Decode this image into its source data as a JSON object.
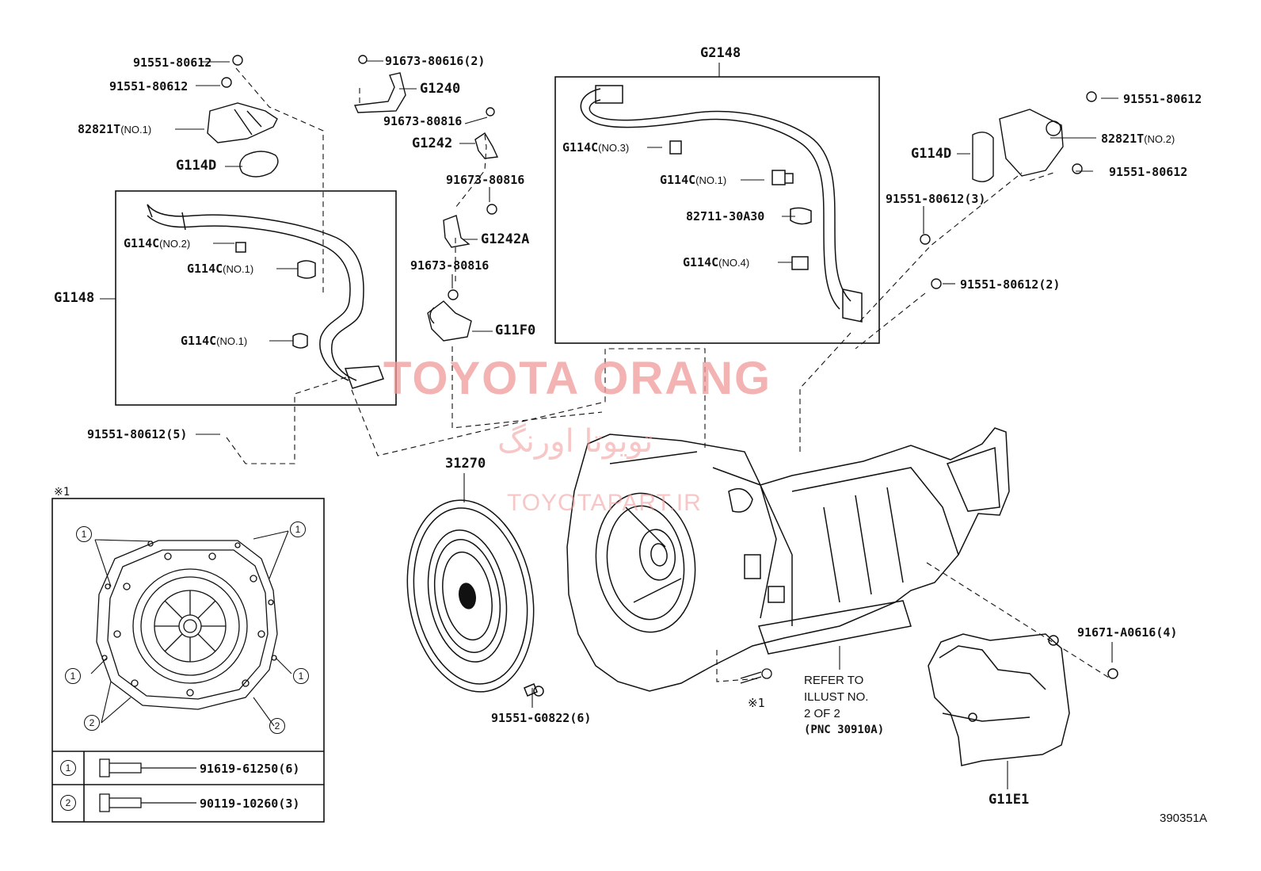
{
  "labels": {
    "b1": "91551-80612",
    "b2": "91551-80612",
    "c1": "82821T",
    "c1_sub": "(NO.1)",
    "g114d_l": "G114D",
    "g1148": "G1148",
    "g114c_no2_l": "G114C",
    "g114c_no2_l_sub": "(NO.2)",
    "g114c_no1_a": "G114C",
    "g114c_no1_a_sub": "(NO.1)",
    "g114c_no1_b": "G114C",
    "g114c_no1_b_sub": "(NO.1)",
    "b5": "91551-80612(5)",
    "s1": "91673-80616(2)",
    "g1240": "G1240",
    "s2": "91673-80816",
    "g1242": "G1242",
    "s3": "91673-80816",
    "g1242a": "G1242A",
    "s4": "91673-80816",
    "g11f0": "G11F0",
    "g2148": "G2148",
    "g114c_no3": "G114C",
    "g114c_no3_sub": "(NO.3)",
    "g114c_no1_r": "G114C",
    "g114c_no1_r_sub": "(NO.1)",
    "p82711": "82711-30A30",
    "g114c_no4": "G114C",
    "g114c_no4_sub": "(NO.4)",
    "r1": "91551-80612",
    "c2": "82821T",
    "c2_sub": "(NO.2)",
    "g114d_r": "G114D",
    "r2": "91551-80612",
    "r3": "91551-80612(3)",
    "r4": "91551-80612(2)",
    "p31270": "31270",
    "fw_bolt": "91551-G0822(6)",
    "ref_mark": "※1",
    "ref_note_1": "REFER TO",
    "ref_note_2": "ILLUST NO.",
    "ref_note_3": "2 OF 2",
    "ref_note_4": "(PNC 30910A)",
    "cover_bolt": "91671-A0616(4)",
    "g11e1": "G11E1",
    "diagram_id": "390351A",
    "inset_mark": "※1",
    "callout_1": "1",
    "callout_2": "2"
  },
  "inset_table": [
    {
      "mark": "1",
      "part": "91619-61250(6)"
    },
    {
      "mark": "2",
      "part": "90119-10260(3)"
    }
  ],
  "watermark": {
    "line1": "TOYOTA ORANG",
    "line2": "تویوتا اورنگ",
    "line3": "TOYOTAPART.IR",
    "color": "#f19a9a"
  }
}
